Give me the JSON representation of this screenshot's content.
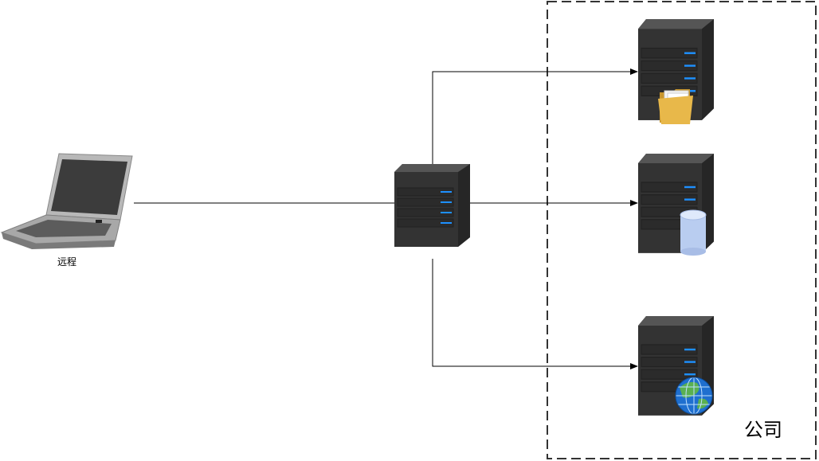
{
  "diagram": {
    "remote_label": "远程",
    "company_label": "公司"
  },
  "nodes": [
    {
      "id": "laptop",
      "icon": "laptop-icon"
    },
    {
      "id": "gateway-server",
      "icon": "server-icon"
    },
    {
      "id": "file-server",
      "icon": "server-icon",
      "badge": "folder-icon"
    },
    {
      "id": "database-server",
      "icon": "server-icon",
      "badge": "database-icon"
    },
    {
      "id": "web-server",
      "icon": "server-icon",
      "badge": "globe-icon"
    }
  ],
  "edges": [
    {
      "from": "laptop",
      "to": "gateway-server",
      "arrow": false
    },
    {
      "from": "gateway-server",
      "to": "file-server",
      "arrow": true
    },
    {
      "from": "gateway-server",
      "to": "database-server",
      "arrow": true
    },
    {
      "from": "gateway-server",
      "to": "web-server",
      "arrow": true
    }
  ],
  "colors": {
    "server_body": "#3a3a3a",
    "server_light": "#1e90ff",
    "folder": "#e8b84a",
    "database": "#b9cdf0",
    "globe_land": "#5ab050",
    "globe_water": "#1f6fcf",
    "boundary": "#333333"
  }
}
